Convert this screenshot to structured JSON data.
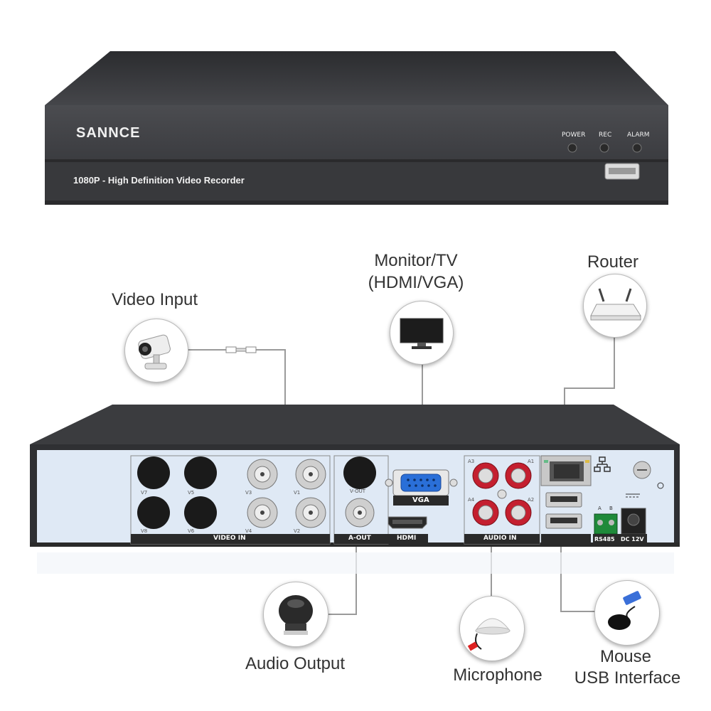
{
  "front": {
    "brand": "SANNCE",
    "model": "1080P - High Definition Video Recorder",
    "indicators": [
      "POWER",
      "REC",
      "ALARM"
    ]
  },
  "callouts": {
    "video_input": "Video Input",
    "monitor_line1": "Monitor/TV",
    "monitor_line2": "(HDMI/VGA)",
    "router": "Router",
    "audio_output": "Audio Output",
    "microphone": "Microphone",
    "mouse_line1": "Mouse",
    "mouse_line2": "USB Interface"
  },
  "rear": {
    "video_in": "VIDEO IN",
    "a_out": "A-OUT",
    "vga": "VGA",
    "hdmi": "HDMI",
    "audio_in": "AUDIO IN",
    "rs485": "RS485",
    "dc": "DC 12V",
    "v_out": "V-OUT",
    "ports": [
      "V7",
      "V5",
      "V3",
      "V1",
      "V8",
      "V6",
      "V4",
      "V2"
    ],
    "audio_ports": [
      "A3",
      "A1",
      "A4",
      "A2"
    ],
    "rs485_pins": [
      "A",
      "B"
    ]
  },
  "colors": {
    "chassis": "#3a3b3e",
    "panel": "#dfe9f5",
    "accent_red": "#c41f2f"
  }
}
